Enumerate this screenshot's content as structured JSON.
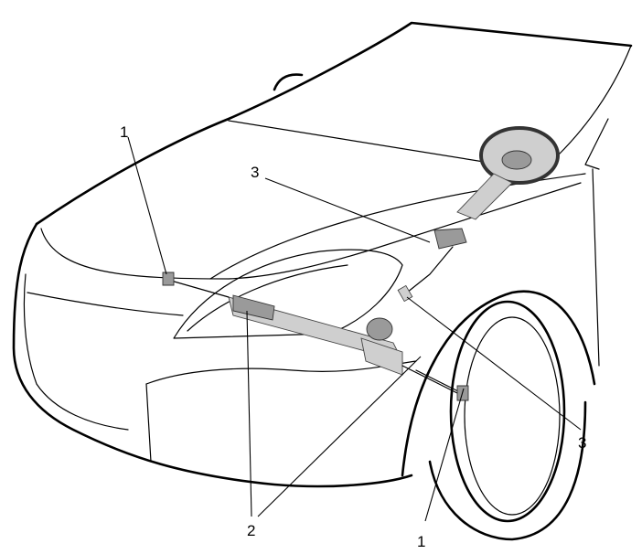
{
  "callouts": [
    {
      "id": "callout-1-left",
      "label": "1"
    },
    {
      "id": "callout-1-bottom",
      "label": "1"
    },
    {
      "id": "callout-2",
      "label": "2"
    },
    {
      "id": "callout-3-top",
      "label": "3"
    },
    {
      "id": "callout-3-right",
      "label": "3"
    }
  ]
}
